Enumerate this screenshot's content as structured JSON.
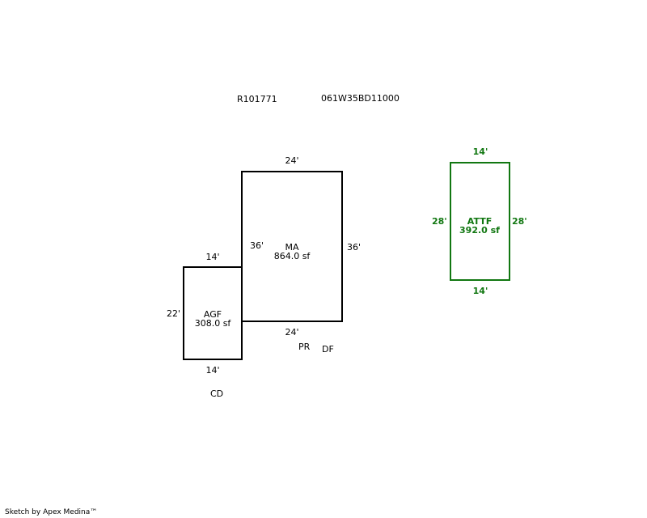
{
  "header": {
    "account_id": "R101771",
    "map_number": "061W35BD11000"
  },
  "sections": {
    "main": {
      "code": "MA",
      "area": "864.0 sf",
      "top": "24'",
      "bottom": "24'",
      "left": "36'",
      "right": "36'"
    },
    "garage": {
      "code": "AGF",
      "area": "308.0 sf",
      "top": "14'",
      "bottom": "14'",
      "left": "22'"
    },
    "attic": {
      "code": "ATTF",
      "area": "392.0 sf",
      "top": "14'",
      "bottom": "14'",
      "left": "28'",
      "right": "28'",
      "color": "#117711"
    }
  },
  "codes": {
    "pr": "PR",
    "df": "DF",
    "cd": "CD"
  },
  "footer": {
    "credit": "Sketch by Apex Medina™"
  },
  "colors": {
    "outline": "#000000",
    "attic": "#117711"
  }
}
